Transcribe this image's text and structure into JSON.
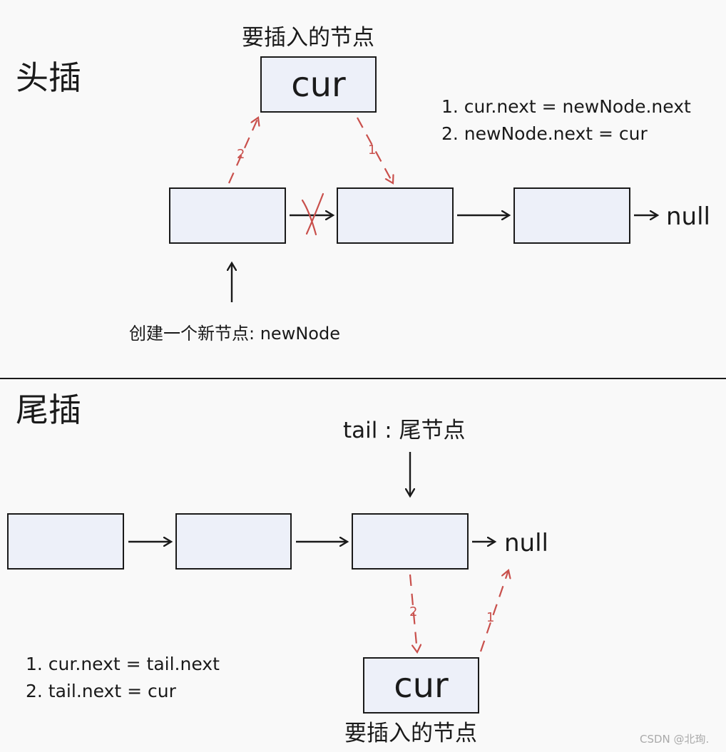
{
  "head": {
    "title": "头插",
    "insert_caption": "要插入的节点",
    "cur_label": "cur",
    "steps": [
      "1. cur.next = newNode.next",
      "2. newNode.next = cur"
    ],
    "new_node_note": "创建一个新节点: newNode",
    "null_label": "null",
    "arrow_labels": [
      "1",
      "2"
    ]
  },
  "tail": {
    "title": "尾插",
    "tail_caption": "tail : 尾节点",
    "cur_label": "cur",
    "insert_caption": "要插入的节点",
    "steps": [
      "1. cur.next = tail.next",
      "2. tail.next = cur"
    ],
    "null_label": "null",
    "arrow_labels": [
      "2",
      "1"
    ]
  },
  "watermark": "CSDN @北珣.",
  "colors": {
    "node_fill": "#edf0f9",
    "stroke": "#1a1a1a",
    "annotation_red": "#c9504c"
  }
}
